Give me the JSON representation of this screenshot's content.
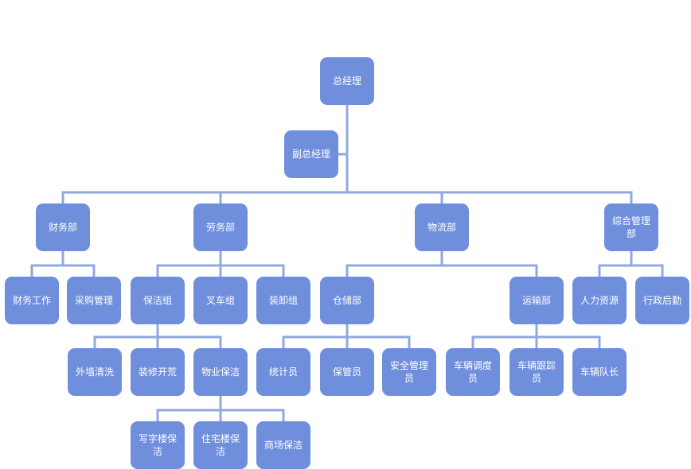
{
  "colors": {
    "node_fill": "#6f8fdc",
    "connector": "#90a8e0",
    "text": "#ffffff"
  },
  "nodes": {
    "general_manager": "总经理",
    "deputy_manager": "副总经理",
    "finance_dept": "财务部",
    "labor_dept": "劳务部",
    "logistics_dept": "物流部",
    "admin_dept": "综合管理部",
    "finance_work": "财务工作",
    "procurement": "采购管理",
    "cleaning_group": "保洁组",
    "forklift_group": "叉车组",
    "loading_group": "装卸组",
    "warehouse_dept": "仓储部",
    "transport_dept": "运输部",
    "hr_resources": "人力资源",
    "admin_logistics": "行政后勤",
    "wall_cleaning": "外墙清洗",
    "renovation_cleanup": "装修开荒",
    "property_cleaning": "物业保洁",
    "statistician": "统计员",
    "custodian": "保管员",
    "safety_manager": "安全管理员",
    "vehicle_dispatcher": "车辆调度员",
    "vehicle_tracker": "车辆跟踪员",
    "fleet_captain": "车辆队长",
    "office_cleaning": "写字楼保洁",
    "residential_cleaning": "住宅楼保洁",
    "mall_cleaning": "商场保洁"
  }
}
